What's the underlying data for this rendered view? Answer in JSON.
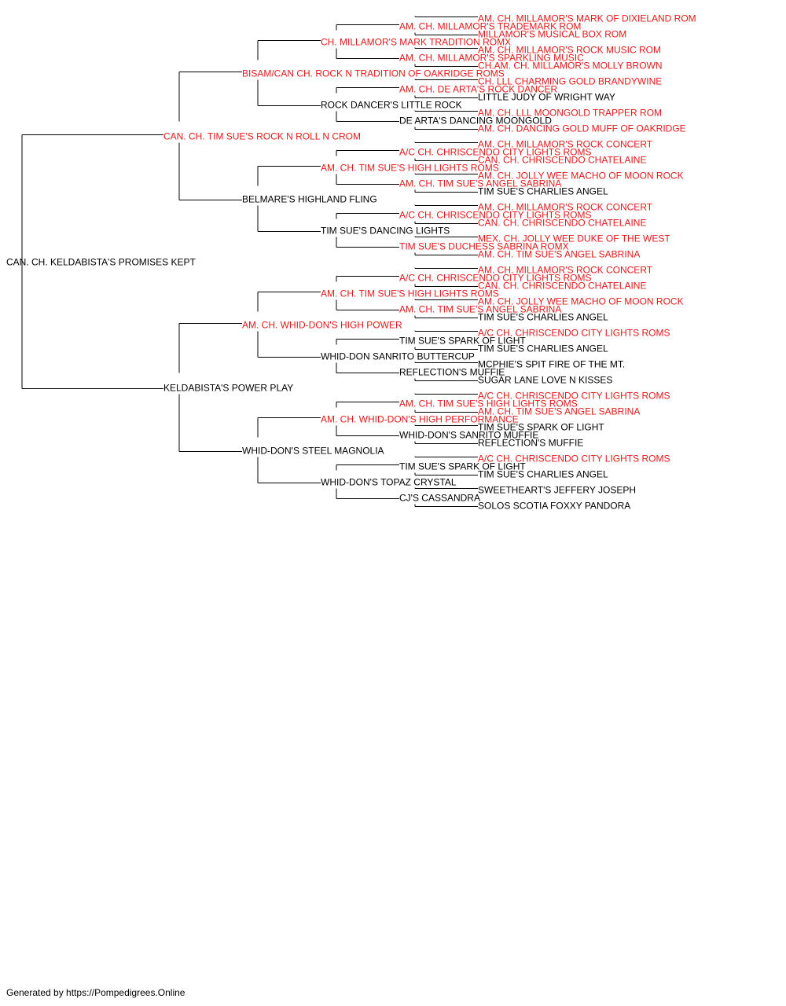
{
  "colors": {
    "champion": "#e8171b",
    "plain": "#000000",
    "line": "#000000"
  },
  "pedigree": {
    "name": "CAN. CH. KELDABISTA'S PROMISES KEPT",
    "champion": false,
    "sire": {
      "name": "CAN. CH. TIM SUE'S ROCK N ROLL N CROM",
      "champion": true,
      "sire": {
        "name": "BISAM/CAN CH. ROCK N TRADITION OF OAKRIDGE ROMS",
        "champion": true,
        "sire": {
          "name": "CH. MILLAMOR'S MARK TRADITION ROMX",
          "champion": true,
          "sire": {
            "name": "AM. CH. MILLAMOR'S TRADEMARK ROM",
            "champion": true,
            "sire": {
              "name": "AM. CH. MILLAMOR'S MARK OF DIXIELAND ROM",
              "champion": true
            },
            "dam": {
              "name": "MILLAMOR'S MUSICAL BOX ROM",
              "champion": true
            }
          },
          "dam": {
            "name": "AM. CH. MILLAMOR'S SPARKLING MUSIC",
            "champion": true,
            "sire": {
              "name": "AM. CH. MILLAMOR'S ROCK MUSIC ROM",
              "champion": true
            },
            "dam": {
              "name": "CH.AM. CH. MILLAMOR'S MOLLY BROWN",
              "champion": true
            }
          }
        },
        "dam": {
          "name": "ROCK DANCER'S LITTLE ROCK",
          "champion": false,
          "sire": {
            "name": "AM. CH. DE ARTA'S ROCK DANCER",
            "champion": true,
            "sire": {
              "name": "CH. LLL CHARMING GOLD BRANDYWINE",
              "champion": true
            },
            "dam": {
              "name": "LITTLE JUDY OF WRIGHT WAY",
              "champion": false
            }
          },
          "dam": {
            "name": "DE ARTA'S DANCING MOONGOLD",
            "champion": false,
            "sire": {
              "name": "AM. CH. LLL MOONGOLD TRAPPER ROM",
              "champion": true
            },
            "dam": {
              "name": "AM. CH. DANCING GOLD MUFF OF OAKRIDGE",
              "champion": true
            }
          }
        }
      },
      "dam": {
        "name": "BELMARE'S HIGHLAND FLING",
        "champion": false,
        "sire": {
          "name": "AM. CH. TIM SUE'S HIGH LIGHTS ROMS",
          "champion": true,
          "sire": {
            "name": "A/C CH. CHRISCENDO CITY LIGHTS ROMS",
            "champion": true,
            "sire": {
              "name": "AM. CH. MILLAMOR'S ROCK CONCERT",
              "champion": true
            },
            "dam": {
              "name": "CAN. CH. CHRISCENDO CHATELAINE",
              "champion": true
            }
          },
          "dam": {
            "name": "AM. CH. TIM SUE'S ANGEL SABRINA",
            "champion": true,
            "sire": {
              "name": "AM. CH. JOLLY WEE MACHO OF MOON ROCK",
              "champion": true
            },
            "dam": {
              "name": "TIM SUE'S CHARLIES ANGEL",
              "champion": false
            }
          }
        },
        "dam": {
          "name": "TIM SUE'S DANCING LIGHTS",
          "champion": false,
          "sire": {
            "name": "A/C CH. CHRISCENDO CITY LIGHTS ROMS",
            "champion": true,
            "sire": {
              "name": "AM. CH. MILLAMOR'S ROCK CONCERT",
              "champion": true
            },
            "dam": {
              "name": "CAN. CH. CHRISCENDO CHATELAINE",
              "champion": true
            }
          },
          "dam": {
            "name": "TIM SUE'S DUCHESS SABRINA ROMX",
            "champion": true,
            "sire": {
              "name": "MEX. CH. JOLLY WEE DUKE OF THE WEST",
              "champion": true
            },
            "dam": {
              "name": "AM. CH. TIM SUE'S ANGEL SABRINA",
              "champion": true
            }
          }
        }
      }
    },
    "dam": {
      "name": "KELDABISTA'S POWER PLAY",
      "champion": false,
      "sire": {
        "name": "AM. CH. WHID-DON'S HIGH POWER",
        "champion": true,
        "sire": {
          "name": "AM. CH. TIM SUE'S HIGH LIGHTS ROMS",
          "champion": true,
          "sire": {
            "name": "A/C CH. CHRISCENDO CITY LIGHTS ROMS",
            "champion": true,
            "sire": {
              "name": "AM. CH. MILLAMOR'S ROCK CONCERT",
              "champion": true
            },
            "dam": {
              "name": "CAN. CH. CHRISCENDO CHATELAINE",
              "champion": true
            }
          },
          "dam": {
            "name": "AM. CH. TIM SUE'S ANGEL SABRINA",
            "champion": true,
            "sire": {
              "name": "AM. CH. JOLLY WEE MACHO OF MOON ROCK",
              "champion": true
            },
            "dam": {
              "name": "TIM SUE'S CHARLIES ANGEL",
              "champion": false
            }
          }
        },
        "dam": {
          "name": "WHID-DON SANRITO BUTTERCUP",
          "champion": false,
          "sire": {
            "name": "TIM SUE'S SPARK OF LIGHT",
            "champion": false,
            "sire": {
              "name": "A/C CH. CHRISCENDO CITY LIGHTS ROMS",
              "champion": true
            },
            "dam": {
              "name": "TIM SUE'S CHARLIES ANGEL",
              "champion": false
            }
          },
          "dam": {
            "name": "REFLECTION'S MUFFIE",
            "champion": false,
            "sire": {
              "name": "MCPHIE'S SPIT FIRE OF THE MT.",
              "champion": false
            },
            "dam": {
              "name": "SUGAR LANE LOVE N KISSES",
              "champion": false
            }
          }
        }
      },
      "dam": {
        "name": "WHID-DON'S STEEL MAGNOLIA",
        "champion": false,
        "sire": {
          "name": "AM. CH. WHID-DON'S HIGH PERFORMANCE",
          "champion": true,
          "sire": {
            "name": "AM. CH. TIM SUE'S HIGH LIGHTS ROMS",
            "champion": true,
            "sire": {
              "name": "A/C CH. CHRISCENDO CITY LIGHTS ROMS",
              "champion": true
            },
            "dam": {
              "name": "AM. CH. TIM SUE'S ANGEL SABRINA",
              "champion": true
            }
          },
          "dam": {
            "name": "WHID-DON'S SANRITO MUFFIE",
            "champion": false,
            "sire": {
              "name": "TIM SUE'S SPARK OF LIGHT",
              "champion": false
            },
            "dam": {
              "name": "REFLECTION'S MUFFIE",
              "champion": false
            }
          }
        },
        "dam": {
          "name": "WHID-DON'S TOPAZ CRYSTAL",
          "champion": false,
          "sire": {
            "name": "TIM SUE'S SPARK OF LIGHT",
            "champion": false,
            "sire": {
              "name": "A/C CH. CHRISCENDO CITY LIGHTS ROMS",
              "champion": true
            },
            "dam": {
              "name": "TIM SUE'S CHARLIES ANGEL",
              "champion": false
            }
          },
          "dam": {
            "name": "CJ'S CASSANDRA",
            "champion": false,
            "sire": {
              "name": "SWEETHEART'S JEFFERY JOSEPH",
              "champion": false
            },
            "dam": {
              "name": "SOLOS SCOTIA FOXXY PANDORA",
              "champion": false
            }
          }
        }
      }
    }
  },
  "footer": "Generated by https://Pompedigrees.Online"
}
